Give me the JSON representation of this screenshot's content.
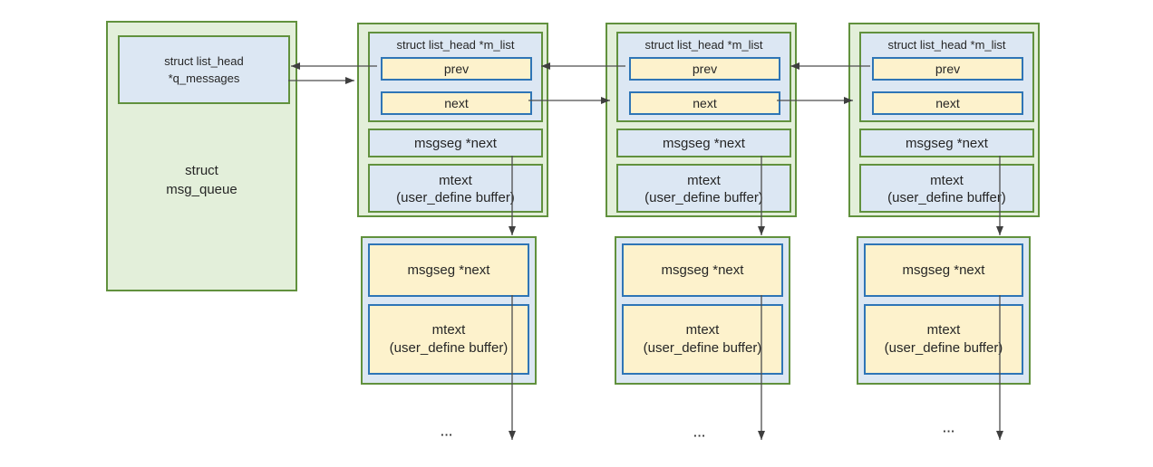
{
  "diagram": {
    "queue": {
      "head_box": {
        "line1": "struct list_head",
        "line2": "*q_messages"
      },
      "label": {
        "line1": "struct",
        "line2": "msg_queue"
      }
    },
    "nodes": [
      {
        "list_head_label": "struct list_head *m_list",
        "prev_label": "prev",
        "next_label": "next",
        "msgseg_label": "msgseg *next",
        "mtext_line1": "mtext",
        "mtext_line2": "(user_define buffer)"
      },
      {
        "list_head_label": "struct list_head *m_list",
        "prev_label": "prev",
        "next_label": "next",
        "msgseg_label": "msgseg *next",
        "mtext_line1": "mtext",
        "mtext_line2": "(user_define buffer)"
      },
      {
        "list_head_label": "struct list_head *m_list",
        "prev_label": "prev",
        "next_label": "next",
        "msgseg_label": "msgseg *next",
        "mtext_line1": "mtext",
        "mtext_line2": "(user_define buffer)"
      }
    ],
    "segments": [
      {
        "msgseg_label": "msgseg *next",
        "mtext_line1": "mtext",
        "mtext_line2": "(user_define buffer)"
      },
      {
        "msgseg_label": "msgseg *next",
        "mtext_line1": "mtext",
        "mtext_line2": "(user_define buffer)"
      },
      {
        "msgseg_label": "msgseg *next",
        "mtext_line1": "mtext",
        "mtext_line2": "(user_define buffer)"
      }
    ],
    "ellipsis": "...",
    "colors": {
      "green_fill": "#e3efda",
      "green_border": "#61913d",
      "blue_fill": "#dce7f3",
      "blue_border": "#2e75b6",
      "yellow_fill": "#fdf2cc",
      "arrow": "#4d4d4d",
      "text": "#262626"
    }
  }
}
